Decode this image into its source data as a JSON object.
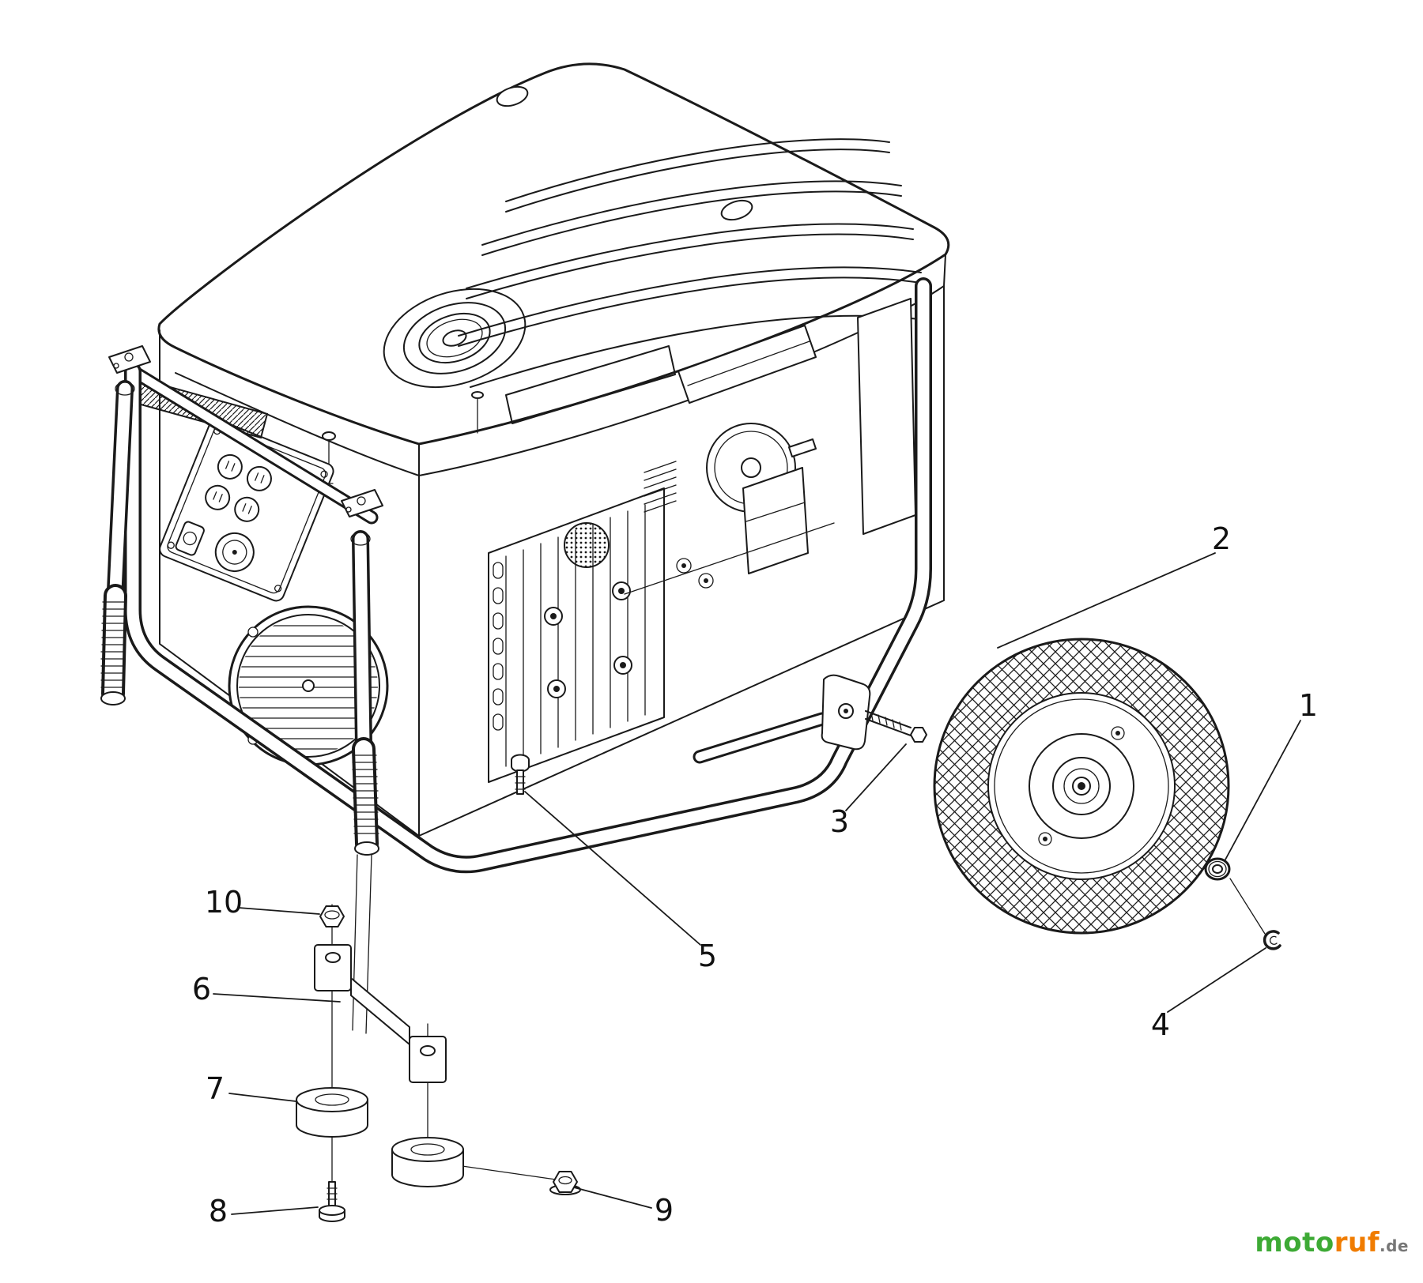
{
  "diagram": {
    "callouts": [
      {
        "num": "1"
      },
      {
        "num": "2"
      },
      {
        "num": "3"
      },
      {
        "num": "4"
      },
      {
        "num": "5"
      },
      {
        "num": "6"
      },
      {
        "num": "7"
      },
      {
        "num": "8"
      },
      {
        "num": "9"
      },
      {
        "num": "10"
      }
    ]
  },
  "watermark": {
    "brand_primary": "moto",
    "brand_secondary": "ruf",
    "brand_suffix": ".de",
    "color_primary": "#3daa35",
    "color_secondary": "#f07c00"
  }
}
